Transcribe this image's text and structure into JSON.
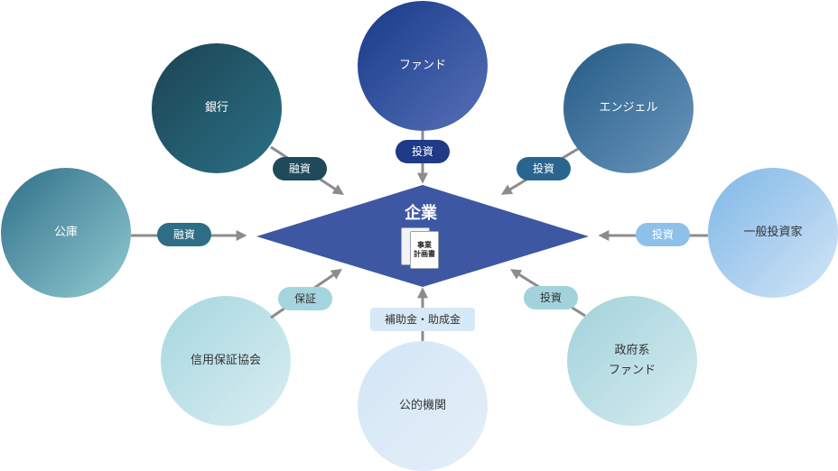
{
  "center": {
    "label": "企業",
    "doc_line1": "事業",
    "doc_line2": "計画書"
  },
  "nodes": {
    "fund": "ファンド",
    "bank": "銀行",
    "angel": "エンジェル",
    "public_corp": "公庫",
    "general_investor": "一般投資家",
    "credit_guarantee": "信用保証協会",
    "public_agency": "公的機関",
    "gov_fund": "政府系\nファンド"
  },
  "labels": {
    "fund": "投資",
    "bank": "融資",
    "angel": "投資",
    "public_corp": "融資",
    "general_investor": "投資",
    "credit_guarantee": "保証",
    "public_agency": "補助金・助成金",
    "gov_fund": "投資"
  },
  "colors": {
    "center": "#3d57a2",
    "connector": "#8c8c8c"
  }
}
